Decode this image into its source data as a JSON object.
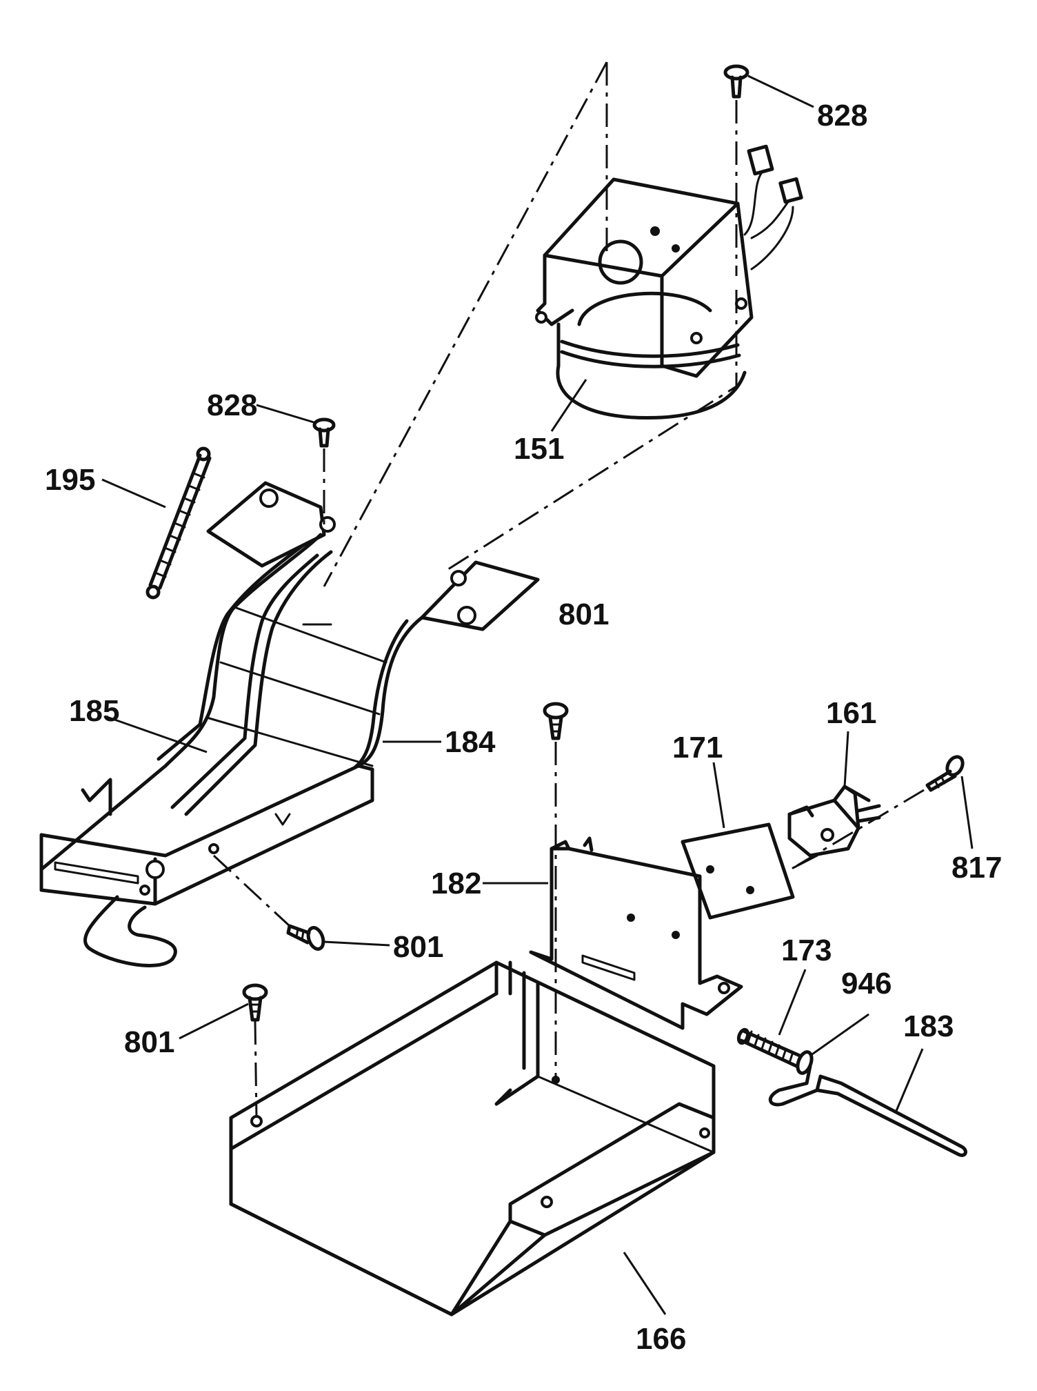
{
  "callouts": {
    "c828_top": "828",
    "c828_left": "828",
    "c151": "151",
    "c195": "195",
    "c801_top": "801",
    "c185": "185",
    "c184": "184",
    "c171": "171",
    "c161": "161",
    "c817": "817",
    "c182": "182",
    "c801_mid": "801",
    "c173": "173",
    "c946": "946",
    "c183": "183",
    "c801_left": "801",
    "c166": "166"
  }
}
